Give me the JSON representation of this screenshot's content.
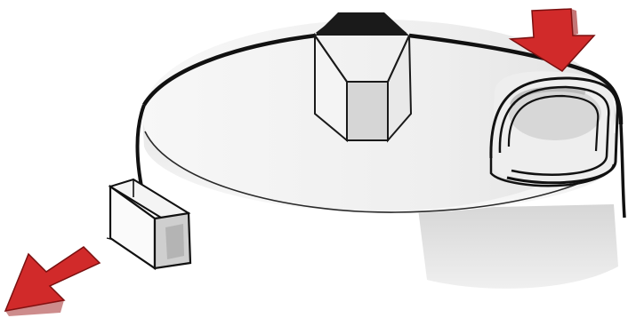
{
  "diagram": {
    "kind": "sketch",
    "components": [
      {
        "name": "table-disc",
        "shape": "ellipse"
      },
      {
        "name": "hexagonal-post",
        "shape": "hexagonal-prism"
      },
      {
        "name": "roll",
        "shape": "coil"
      },
      {
        "name": "box",
        "shape": "open-cube"
      },
      {
        "name": "strip",
        "shape": "band"
      }
    ],
    "arrows": [
      {
        "name": "arrow-in",
        "direction": "down"
      },
      {
        "name": "arrow-out",
        "direction": "down-left"
      }
    ],
    "colors": {
      "outline": "#1a1a1a",
      "disc_fill": "#f1f1f1",
      "shadow": "#d0d0d0",
      "arrow": "#d12a2a",
      "arrow_edge": "#7a1010"
    }
  }
}
